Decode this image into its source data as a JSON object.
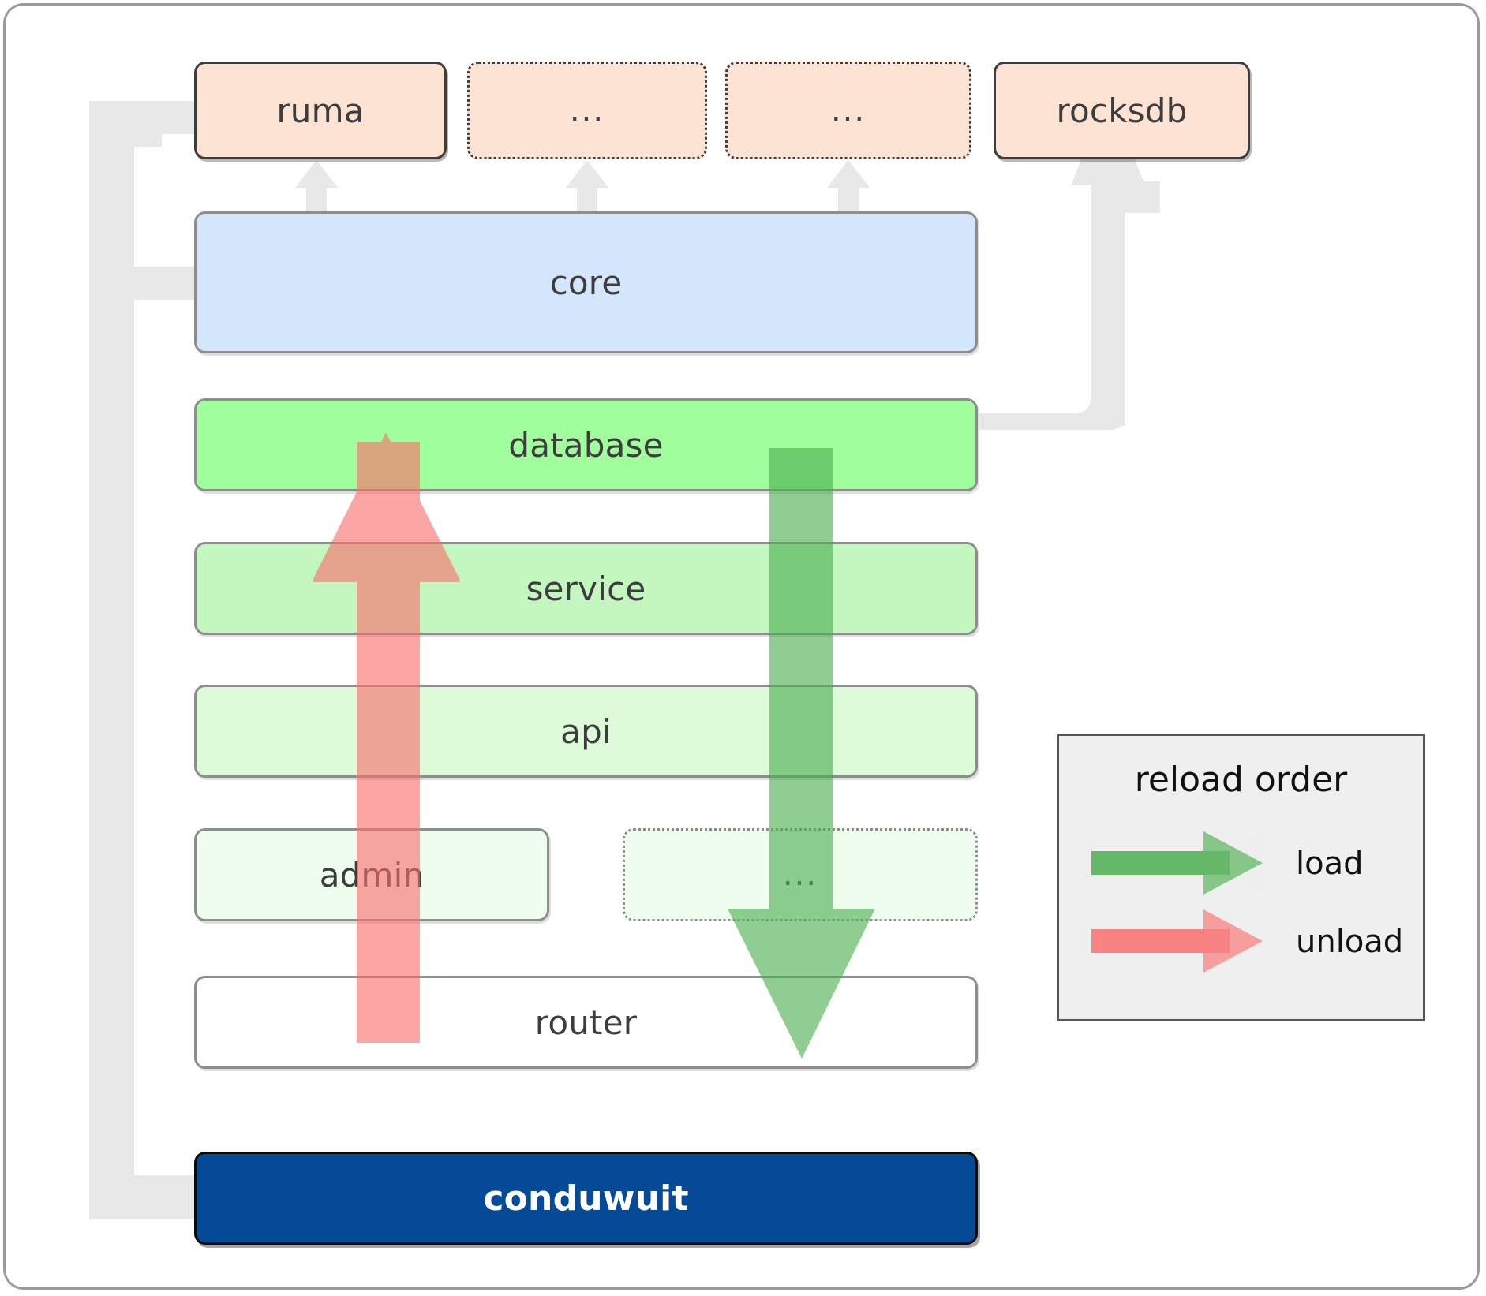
{
  "diagram": {
    "title": "conduwuit crate layering / reload order",
    "colors": {
      "dependency_fill": "#fce3d3",
      "dependency_stroke": "#3d3d3d",
      "core_fill": "#d4e6fb",
      "database_fill": "#a1fe9c",
      "service_fill": "#c4f7bf",
      "api_fill": "#ddfad9",
      "admin_fill": "#effdee",
      "router_fill": "#ffffff",
      "root_fill": "#054a96",
      "layer_stroke": "#8d8d8d",
      "gray_arrow": "#e8e8e8",
      "load_arrow": "#4caf50",
      "unload_arrow": "#f8706f",
      "legend_bg": "#efefef",
      "legend_stroke": "#555555",
      "frame_stroke": "#9a9a9a"
    },
    "dependencies": [
      {
        "label": "ruma",
        "style": "solid"
      },
      {
        "label": "...",
        "style": "dotted"
      },
      {
        "label": "...",
        "style": "dotted"
      },
      {
        "label": "rocksdb",
        "style": "solid"
      }
    ],
    "layers": [
      {
        "label": "core",
        "style": "solid"
      },
      {
        "label": "database",
        "style": "solid"
      },
      {
        "label": "service",
        "style": "solid"
      },
      {
        "label": "api",
        "style": "solid"
      },
      {
        "label": "admin",
        "style": "solid"
      },
      {
        "label": "...",
        "style": "dotted"
      },
      {
        "label": "router",
        "style": "solid"
      }
    ],
    "root": {
      "label": "conduwuit"
    },
    "legend": {
      "title": "reload order",
      "entries": [
        {
          "label": "load",
          "color": "#4caf50",
          "direction": "down"
        },
        {
          "label": "unload",
          "color": "#f8706f",
          "direction": "up"
        }
      ]
    }
  }
}
